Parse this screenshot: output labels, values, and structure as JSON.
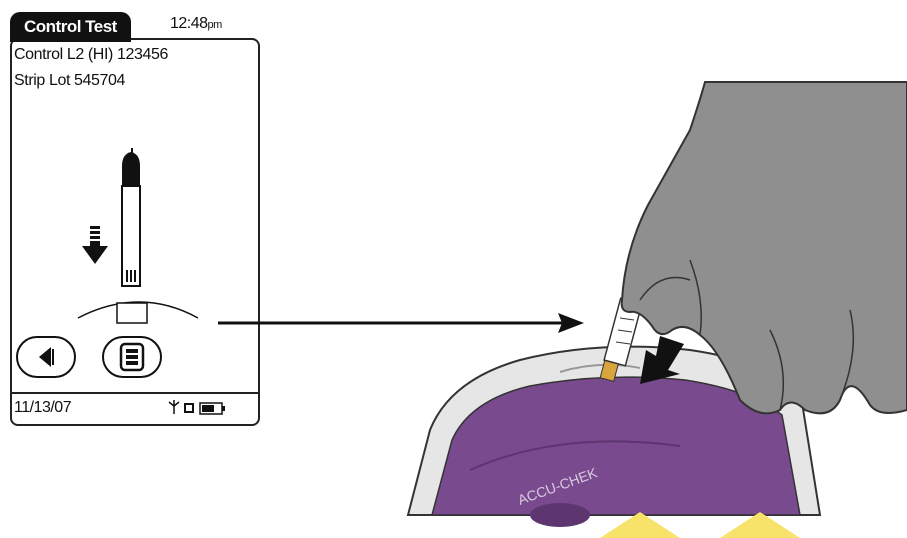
{
  "screen": {
    "tab_title": "Control Test",
    "time": "12:48",
    "time_suffix": "pm",
    "control_line": "Control L2 (HI) 123456",
    "strip_lot": "Strip Lot 545704",
    "date": "11/13/07"
  },
  "icons": {
    "back": "left-arrow-icon",
    "menu": "menu-list-icon",
    "insert_arrow": "down-arrow-icon",
    "test_strip": "test-strip-icon",
    "signal": "antenna-icon",
    "battery": "battery-icon"
  },
  "device": {
    "brand_text": "ACCU-CHEK",
    "color_purple": "#7a4a8f",
    "color_frame": "#e6e6e6"
  },
  "hand_color": "#8f8f8f"
}
